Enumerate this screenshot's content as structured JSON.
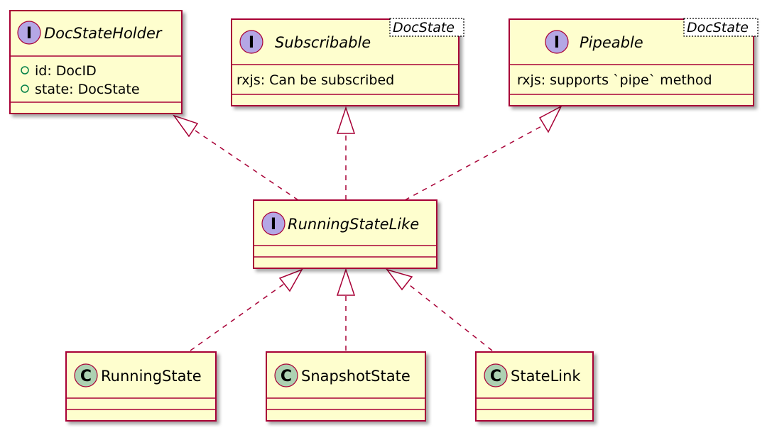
{
  "nodes": {
    "doc_state_holder": {
      "kind": "interface",
      "spot": "I",
      "name": "DocStateHolder",
      "members": [
        "id: DocID",
        "state: DocState"
      ]
    },
    "subscribable": {
      "kind": "interface",
      "spot": "I",
      "name": "Subscribable",
      "type_param": "DocState",
      "members": [
        "rxjs: Can be subscribed"
      ]
    },
    "pipeable": {
      "kind": "interface",
      "spot": "I",
      "name": "Pipeable",
      "type_param": "DocState",
      "members": [
        "rxjs: supports `pipe` method"
      ]
    },
    "running_state_like": {
      "kind": "interface",
      "spot": "I",
      "name": "RunningStateLike"
    },
    "running_state": {
      "kind": "class",
      "spot": "C",
      "name": "RunningState"
    },
    "snapshot_state": {
      "kind": "class",
      "spot": "C",
      "name": "SnapshotState"
    },
    "state_link": {
      "kind": "class",
      "spot": "C",
      "name": "StateLink"
    }
  },
  "edges": [
    {
      "from": "running_state_like",
      "to": "doc_state_holder",
      "type": "realization"
    },
    {
      "from": "running_state_like",
      "to": "subscribable",
      "type": "realization"
    },
    {
      "from": "running_state_like",
      "to": "pipeable",
      "type": "realization"
    },
    {
      "from": "running_state",
      "to": "running_state_like",
      "type": "realization"
    },
    {
      "from": "snapshot_state",
      "to": "running_state_like",
      "type": "realization"
    },
    {
      "from": "state_link",
      "to": "running_state_like",
      "type": "realization"
    }
  ],
  "colors": {
    "border": "#A80036",
    "fill": "#FEFECE",
    "interface_spot": "#B4A7E5",
    "class_spot": "#ADD1B2",
    "visibility": "#038048"
  }
}
